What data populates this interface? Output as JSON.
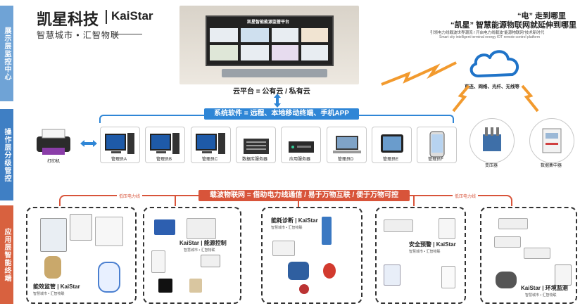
{
  "tiers": {
    "display": "展示层监控中心",
    "operation": "操作层分级管控",
    "application": "应用层智能终端"
  },
  "header": {
    "brand_cn": "凯星科技",
    "brand_en": "KaiStar",
    "tagline": "智慧城市 • 汇智物联"
  },
  "display": {
    "wall_title": "凯星智能能源监管平台",
    "cloud_caption": "云平台 = 公有云 / 私有云"
  },
  "slogan": {
    "line1": "“电” 走到哪里",
    "line2": "“凯星” 智慧能源物联网就延伸到哪里",
    "line3": "引领电力线载波世界潮流 / 开启电力线载波“能源物联网”技术新时代",
    "line4": "Smart city intelligent terminal energy IOT remote control platform",
    "network": "直连、网络、光纤、无线等"
  },
  "operation": {
    "banner": "系统软件 = 远程、本地移动终端、手机APP",
    "devices": [
      {
        "label": "打印机",
        "icon": "printer-icon"
      },
      {
        "label": "管理员A",
        "icon": "desktop-icon"
      },
      {
        "label": "管理员B",
        "icon": "desktop-icon"
      },
      {
        "label": "管理员C",
        "icon": "desktop-icon"
      },
      {
        "label": "数据库服务器",
        "icon": "database-server-icon"
      },
      {
        "label": "应用服务器",
        "icon": "app-server-icon"
      },
      {
        "label": "管理员D",
        "icon": "laptop-icon"
      },
      {
        "label": "管理员E",
        "icon": "tablet-icon"
      },
      {
        "label": "管理员F",
        "icon": "phone-icon"
      },
      {
        "label": "变压器",
        "icon": "transformer-icon"
      },
      {
        "label": "数据集中器",
        "icon": "concentrator-icon"
      }
    ]
  },
  "application": {
    "banner": "载波物联网 = 借助电力线通信 / 易于万物互联 / 便于万物可控",
    "left_label": "低压电力线",
    "right_label": "低压电力线",
    "cards": [
      {
        "title": "能效监管",
        "brand": "KaiStar",
        "sub": "智慧城市 • 汇智物联"
      },
      {
        "title": "能源控制",
        "brand": "KaiStar",
        "sub": "智慧城市 • 汇智物联"
      },
      {
        "title": "能耗诊断",
        "brand": "KaiStar",
        "sub": "智慧城市 • 汇智物联"
      },
      {
        "title": "安全预警",
        "brand": "KaiStar",
        "sub": "智慧城市 • 汇智物联"
      },
      {
        "title": "环境监测",
        "brand": "KaiStar",
        "sub": "智慧城市 • 汇智物联"
      }
    ]
  },
  "colors": {
    "blue": "#2f86d6",
    "red": "#d8543a",
    "cloud": "#1f73c8"
  }
}
